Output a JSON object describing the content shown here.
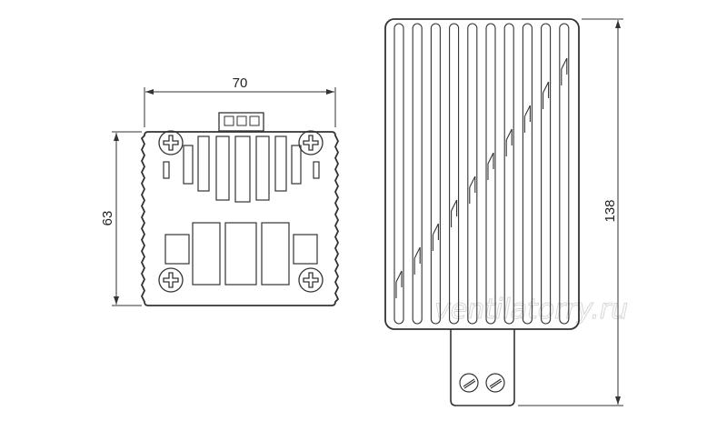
{
  "dimensions": {
    "width_label": "70",
    "height_label": "63",
    "length_label": "138"
  },
  "watermark": "ventilatorry.ru",
  "colors": {
    "line": "#333333",
    "background": "#ffffff",
    "watermark": "#d7d7d7"
  }
}
